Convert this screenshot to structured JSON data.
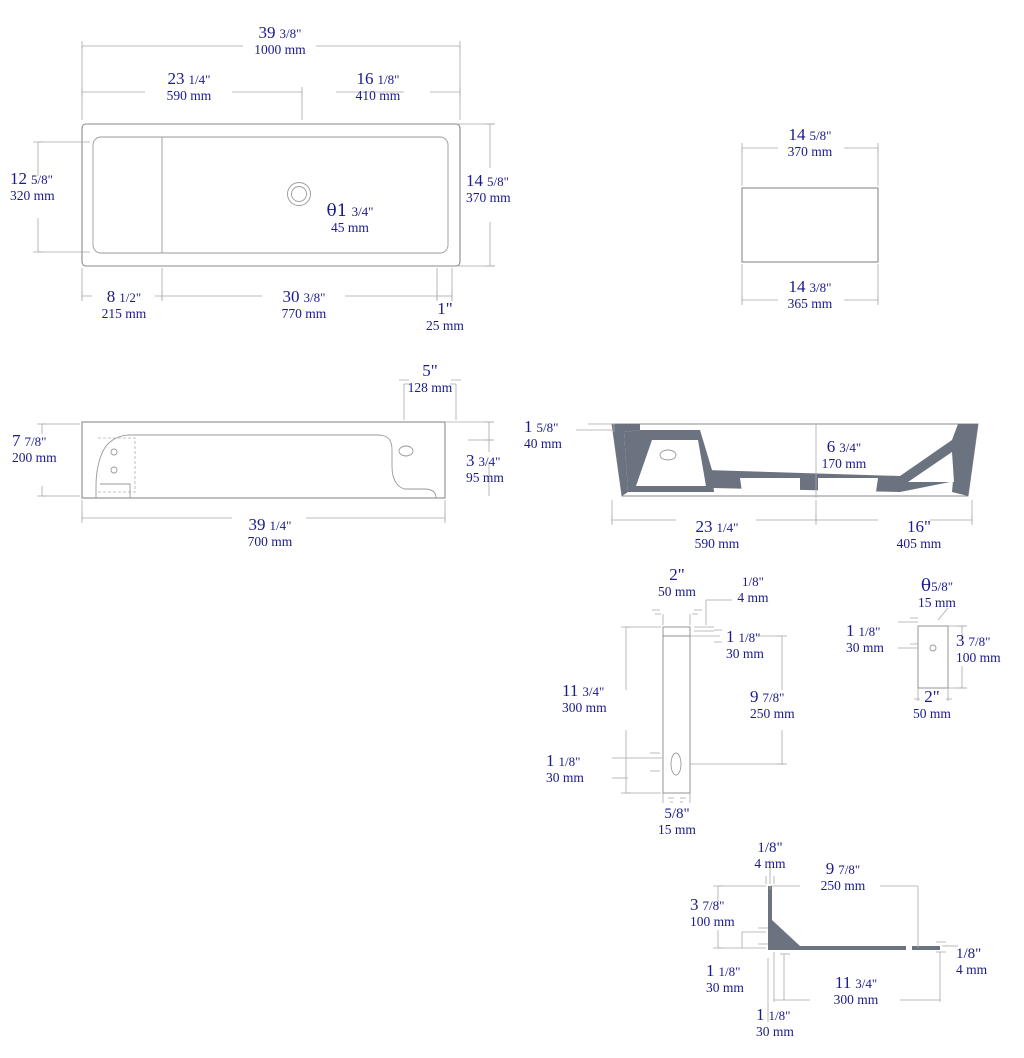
{
  "drawing": {
    "type": "technical-dimension-drawing",
    "subject": "Rectangular wall-hung wash basin with faucet and mounting bracket",
    "units": {
      "primary": "inch",
      "secondary": "mm"
    },
    "colors": {
      "text": "#1a1a8c",
      "outline": "#808080",
      "shading": "#6b7280",
      "background": "#ffffff"
    }
  },
  "views": {
    "plan": {
      "name": "Top plan view of basin",
      "dims": {
        "overall_width": {
          "imp_whole": "39",
          "imp_frac": "3/8\"",
          "metric": "1000 mm"
        },
        "left_segment": {
          "imp_whole": "23",
          "imp_frac": "1/4\"",
          "metric": "590 mm"
        },
        "right_segment": {
          "imp_whole": "16",
          "imp_frac": "1/8\"",
          "metric": "410 mm"
        },
        "inner_depth": {
          "imp_whole": "12",
          "imp_frac": "5/8\"",
          "metric": "320 mm"
        },
        "overall_depth": {
          "imp_whole": "14",
          "imp_frac": "5/8\"",
          "metric": "370 mm"
        },
        "drain_diameter": {
          "imp_whole": "θ1",
          "imp_frac": "3/4\"",
          "metric": "45 mm"
        },
        "left_offset": {
          "imp_whole": "8",
          "imp_frac": "1/2\"",
          "metric": "215 mm"
        },
        "basin_length": {
          "imp_whole": "30",
          "imp_frac": "3/8\"",
          "metric": "770 mm"
        },
        "edge_thickness": {
          "imp_whole": "1\"",
          "imp_frac": "",
          "metric": "25 mm"
        }
      }
    },
    "end_plan": {
      "name": "End section plan view",
      "dims": {
        "top_width": {
          "imp_whole": "14",
          "imp_frac": "5/8\"",
          "metric": "370 mm"
        },
        "bottom_width": {
          "imp_whole": "14",
          "imp_frac": "3/8\"",
          "metric": "365 mm"
        }
      }
    },
    "side_elevation": {
      "name": "Side elevation of basin",
      "dims": {
        "height": {
          "imp_whole": "7",
          "imp_frac": "7/8\"",
          "metric": "200 mm"
        },
        "top_offset": {
          "imp_whole": "5\"",
          "imp_frac": "",
          "metric": "128 mm"
        },
        "right_height": {
          "imp_whole": "3",
          "imp_frac": "3/4\"",
          "metric": "95 mm"
        },
        "length": {
          "imp_whole": "39",
          "imp_frac": "1/4\"",
          "metric": "700 mm"
        }
      }
    },
    "front_elevation": {
      "name": "Front elevation of basin",
      "dims": {
        "rim_thickness": {
          "imp_whole": "1",
          "imp_frac": "5/8\"",
          "metric": "40 mm"
        },
        "bowl_depth": {
          "imp_whole": "6",
          "imp_frac": "3/4\"",
          "metric": "170 mm"
        },
        "left_span": {
          "imp_whole": "23",
          "imp_frac": "1/4\"",
          "metric": "590 mm"
        },
        "right_span": {
          "imp_whole": "16\"",
          "imp_frac": "",
          "metric": "405 mm"
        }
      }
    },
    "faucet": {
      "name": "Faucet front elevation",
      "dims": {
        "top_width": {
          "imp_whole": "2\"",
          "imp_frac": "",
          "metric": "50 mm"
        },
        "cap_thickness": {
          "imp_whole": "",
          "imp_frac": "1/8\"",
          "metric": "4 mm"
        },
        "cap_height": {
          "imp_whole": "1",
          "imp_frac": "1/8\"",
          "metric": "30 mm"
        },
        "body_height": {
          "imp_whole": "11",
          "imp_frac": "3/4\"",
          "metric": "300 mm"
        },
        "spout_height": {
          "imp_whole": "9",
          "imp_frac": "7/8\"",
          "metric": "250 mm"
        },
        "slot_height": {
          "imp_whole": "1",
          "imp_frac": "1/8\"",
          "metric": "30 mm"
        },
        "base_width": {
          "imp_whole": "",
          "imp_frac": "5/8\"",
          "metric": "15 mm"
        }
      }
    },
    "faucet_side": {
      "name": "Faucet side elevation",
      "dims": {
        "depth": {
          "imp_whole": "θ",
          "imp_frac": "5/8\"",
          "metric": "15 mm"
        },
        "left_offset": {
          "imp_whole": "1",
          "imp_frac": "1/8\"",
          "metric": "30 mm"
        },
        "height": {
          "imp_whole": "3",
          "imp_frac": "7/8\"",
          "metric": "100 mm"
        },
        "bottom_width": {
          "imp_whole": "2\"",
          "imp_frac": "",
          "metric": "50 mm"
        }
      }
    },
    "bracket": {
      "name": "Mounting bracket section",
      "dims": {
        "top_thickness": {
          "imp_whole": "",
          "imp_frac": "1/8\"",
          "metric": "4 mm"
        },
        "upper_length": {
          "imp_whole": "9",
          "imp_frac": "7/8\"",
          "metric": "250 mm"
        },
        "vertical_leg": {
          "imp_whole": "3",
          "imp_frac": "7/8\"",
          "metric": "100 mm"
        },
        "left_offset": {
          "imp_whole": "1",
          "imp_frac": "1/8\"",
          "metric": "30 mm"
        },
        "plate_thickness": {
          "imp_whole": "",
          "imp_frac": "1/8\"",
          "metric": "4 mm"
        },
        "lower_length": {
          "imp_whole": "11",
          "imp_frac": "3/4\"",
          "metric": "300 mm"
        },
        "bottom_offset": {
          "imp_whole": "1",
          "imp_frac": "1/8\"",
          "metric": "30 mm"
        }
      }
    }
  }
}
